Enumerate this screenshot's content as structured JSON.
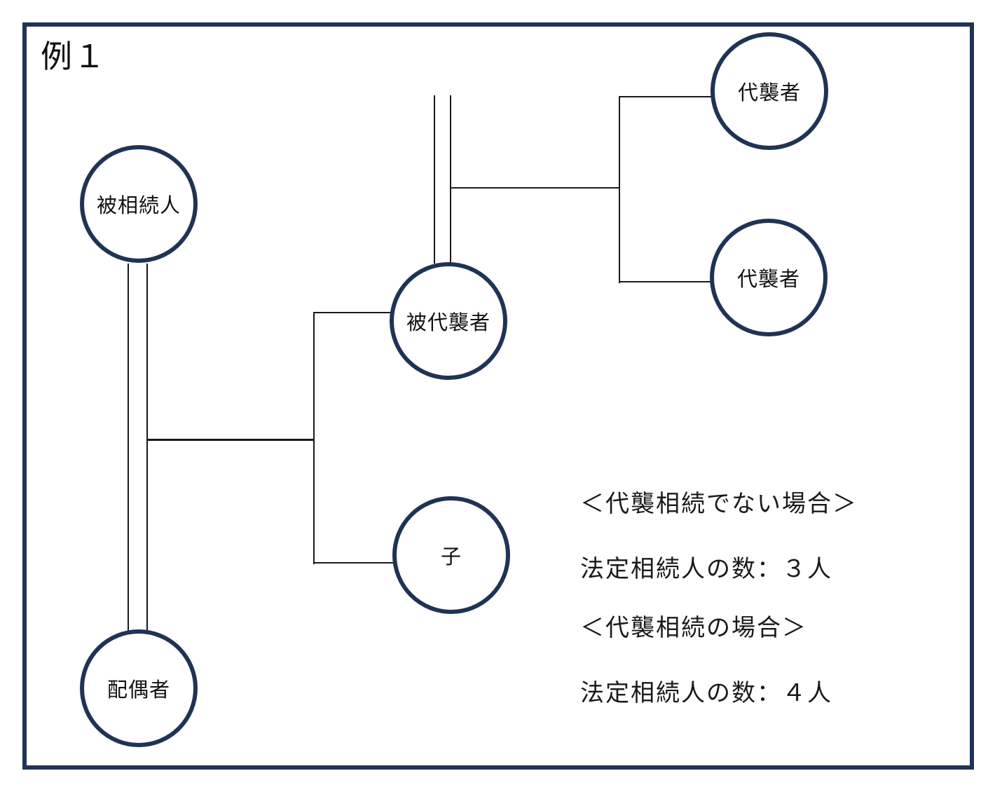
{
  "title": "例１",
  "colors": {
    "node_border": "#1f3354",
    "frame_border": "#1f3354",
    "connector_line": "#1a1a1a",
    "text": "#111111"
  },
  "diagram": {
    "type": "family-inheritance-tree",
    "nodes": [
      {
        "id": "decedent",
        "label": "被相続人"
      },
      {
        "id": "spouse",
        "label": "配偶者"
      },
      {
        "id": "substituted-heir",
        "label": "被代襲者"
      },
      {
        "id": "child",
        "label": "子"
      },
      {
        "id": "substitute-heir-1",
        "label": "代襲者"
      },
      {
        "id": "substitute-heir-2",
        "label": "代襲者"
      }
    ],
    "relations": [
      {
        "type": "marriage",
        "between": [
          "decedent",
          "spouse"
        ]
      },
      {
        "type": "children-of-marriage",
        "parents": [
          "decedent",
          "spouse"
        ],
        "children": [
          "substituted-heir",
          "child"
        ]
      },
      {
        "type": "children-of-marriage",
        "parents": [
          "substituted-heir"
        ],
        "children": [
          "substitute-heir-1",
          "substitute-heir-2"
        ]
      }
    ]
  },
  "notes": {
    "case1_heading": "＜代襲相続でない場合＞",
    "case1_value": "法定相続人の数：３人",
    "case2_heading": "＜代襲相続の場合＞",
    "case2_value": "法定相続人の数：４人"
  }
}
